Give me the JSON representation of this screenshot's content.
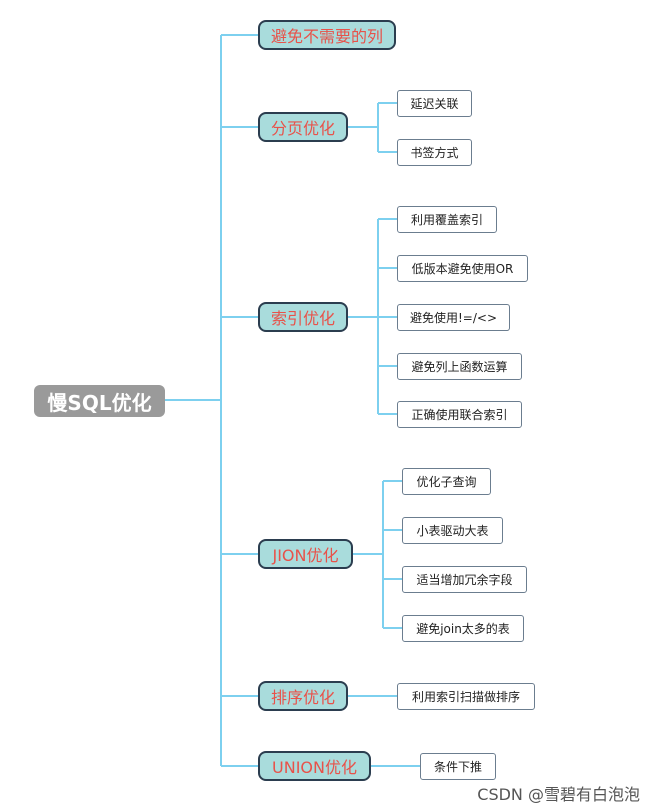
{
  "root": {
    "label": "慢SQL优化"
  },
  "colors": {
    "line": "#7dd0ef",
    "root_bg": "#9a9a9a",
    "category_bg": "#a9dcdc",
    "category_text": "#e8524a",
    "category_border": "#2b3d4f"
  },
  "categories": [
    {
      "label": "避免不需要的列",
      "items": []
    },
    {
      "label": "分页优化",
      "items": [
        "延迟关联",
        "书签方式"
      ]
    },
    {
      "label": "索引优化",
      "items": [
        "利用覆盖索引",
        "低版本避免使用OR",
        "避免使用!=/<>",
        "避免列上函数运算",
        "正确使用联合索引"
      ]
    },
    {
      "label": "JION优化",
      "items": [
        "优化子查询",
        "小表驱动大表",
        "适当增加冗余字段",
        "避免join太多的表"
      ]
    },
    {
      "label": "排序优化",
      "items": [
        "利用索引扫描做排序"
      ]
    },
    {
      "label": "UNION优化",
      "items": [
        "条件下推"
      ]
    }
  ],
  "watermark": "CSDN @雪碧有白泡泡"
}
